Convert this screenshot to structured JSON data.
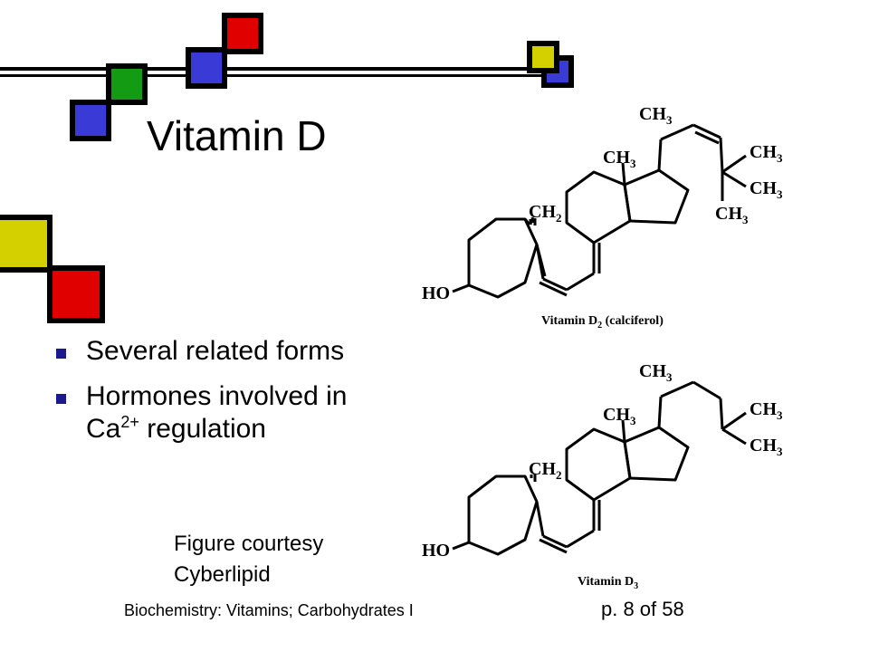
{
  "slide": {
    "title": "Vitamin D",
    "bullets": [
      {
        "text": "Several related forms"
      },
      {
        "text": "Hormones involved in",
        "line2_prefix": "Ca",
        "line2_sup": "2+",
        "line2_suffix": " regulation"
      }
    ],
    "courtesy_line1": "Figure courtesy",
    "courtesy_line2": "Cyberlipid",
    "footer_left": "Biochemistry: Vitamins; Carbohydrates I",
    "footer_right": "p. 8 of 58"
  },
  "figure": {
    "d2": {
      "caption": "Vitamin D2 (calciferol)",
      "caption_main": "Vitamin D",
      "caption_sub": "2",
      "caption_rest": " (calciferol)",
      "label_ho": "HO",
      "label_ch2": "CH",
      "label_ch3": "CH",
      "sub_2": "2",
      "sub_3": "3"
    },
    "d3": {
      "caption": "Vitamin D3",
      "caption_main": "Vitamin D",
      "caption_sub": "3"
    }
  },
  "colors": {
    "red": "#e00000",
    "blue": "#3a3ad6",
    "green": "#139c13",
    "yellow": "#d4d000",
    "bullet": "#1a1a8c"
  }
}
